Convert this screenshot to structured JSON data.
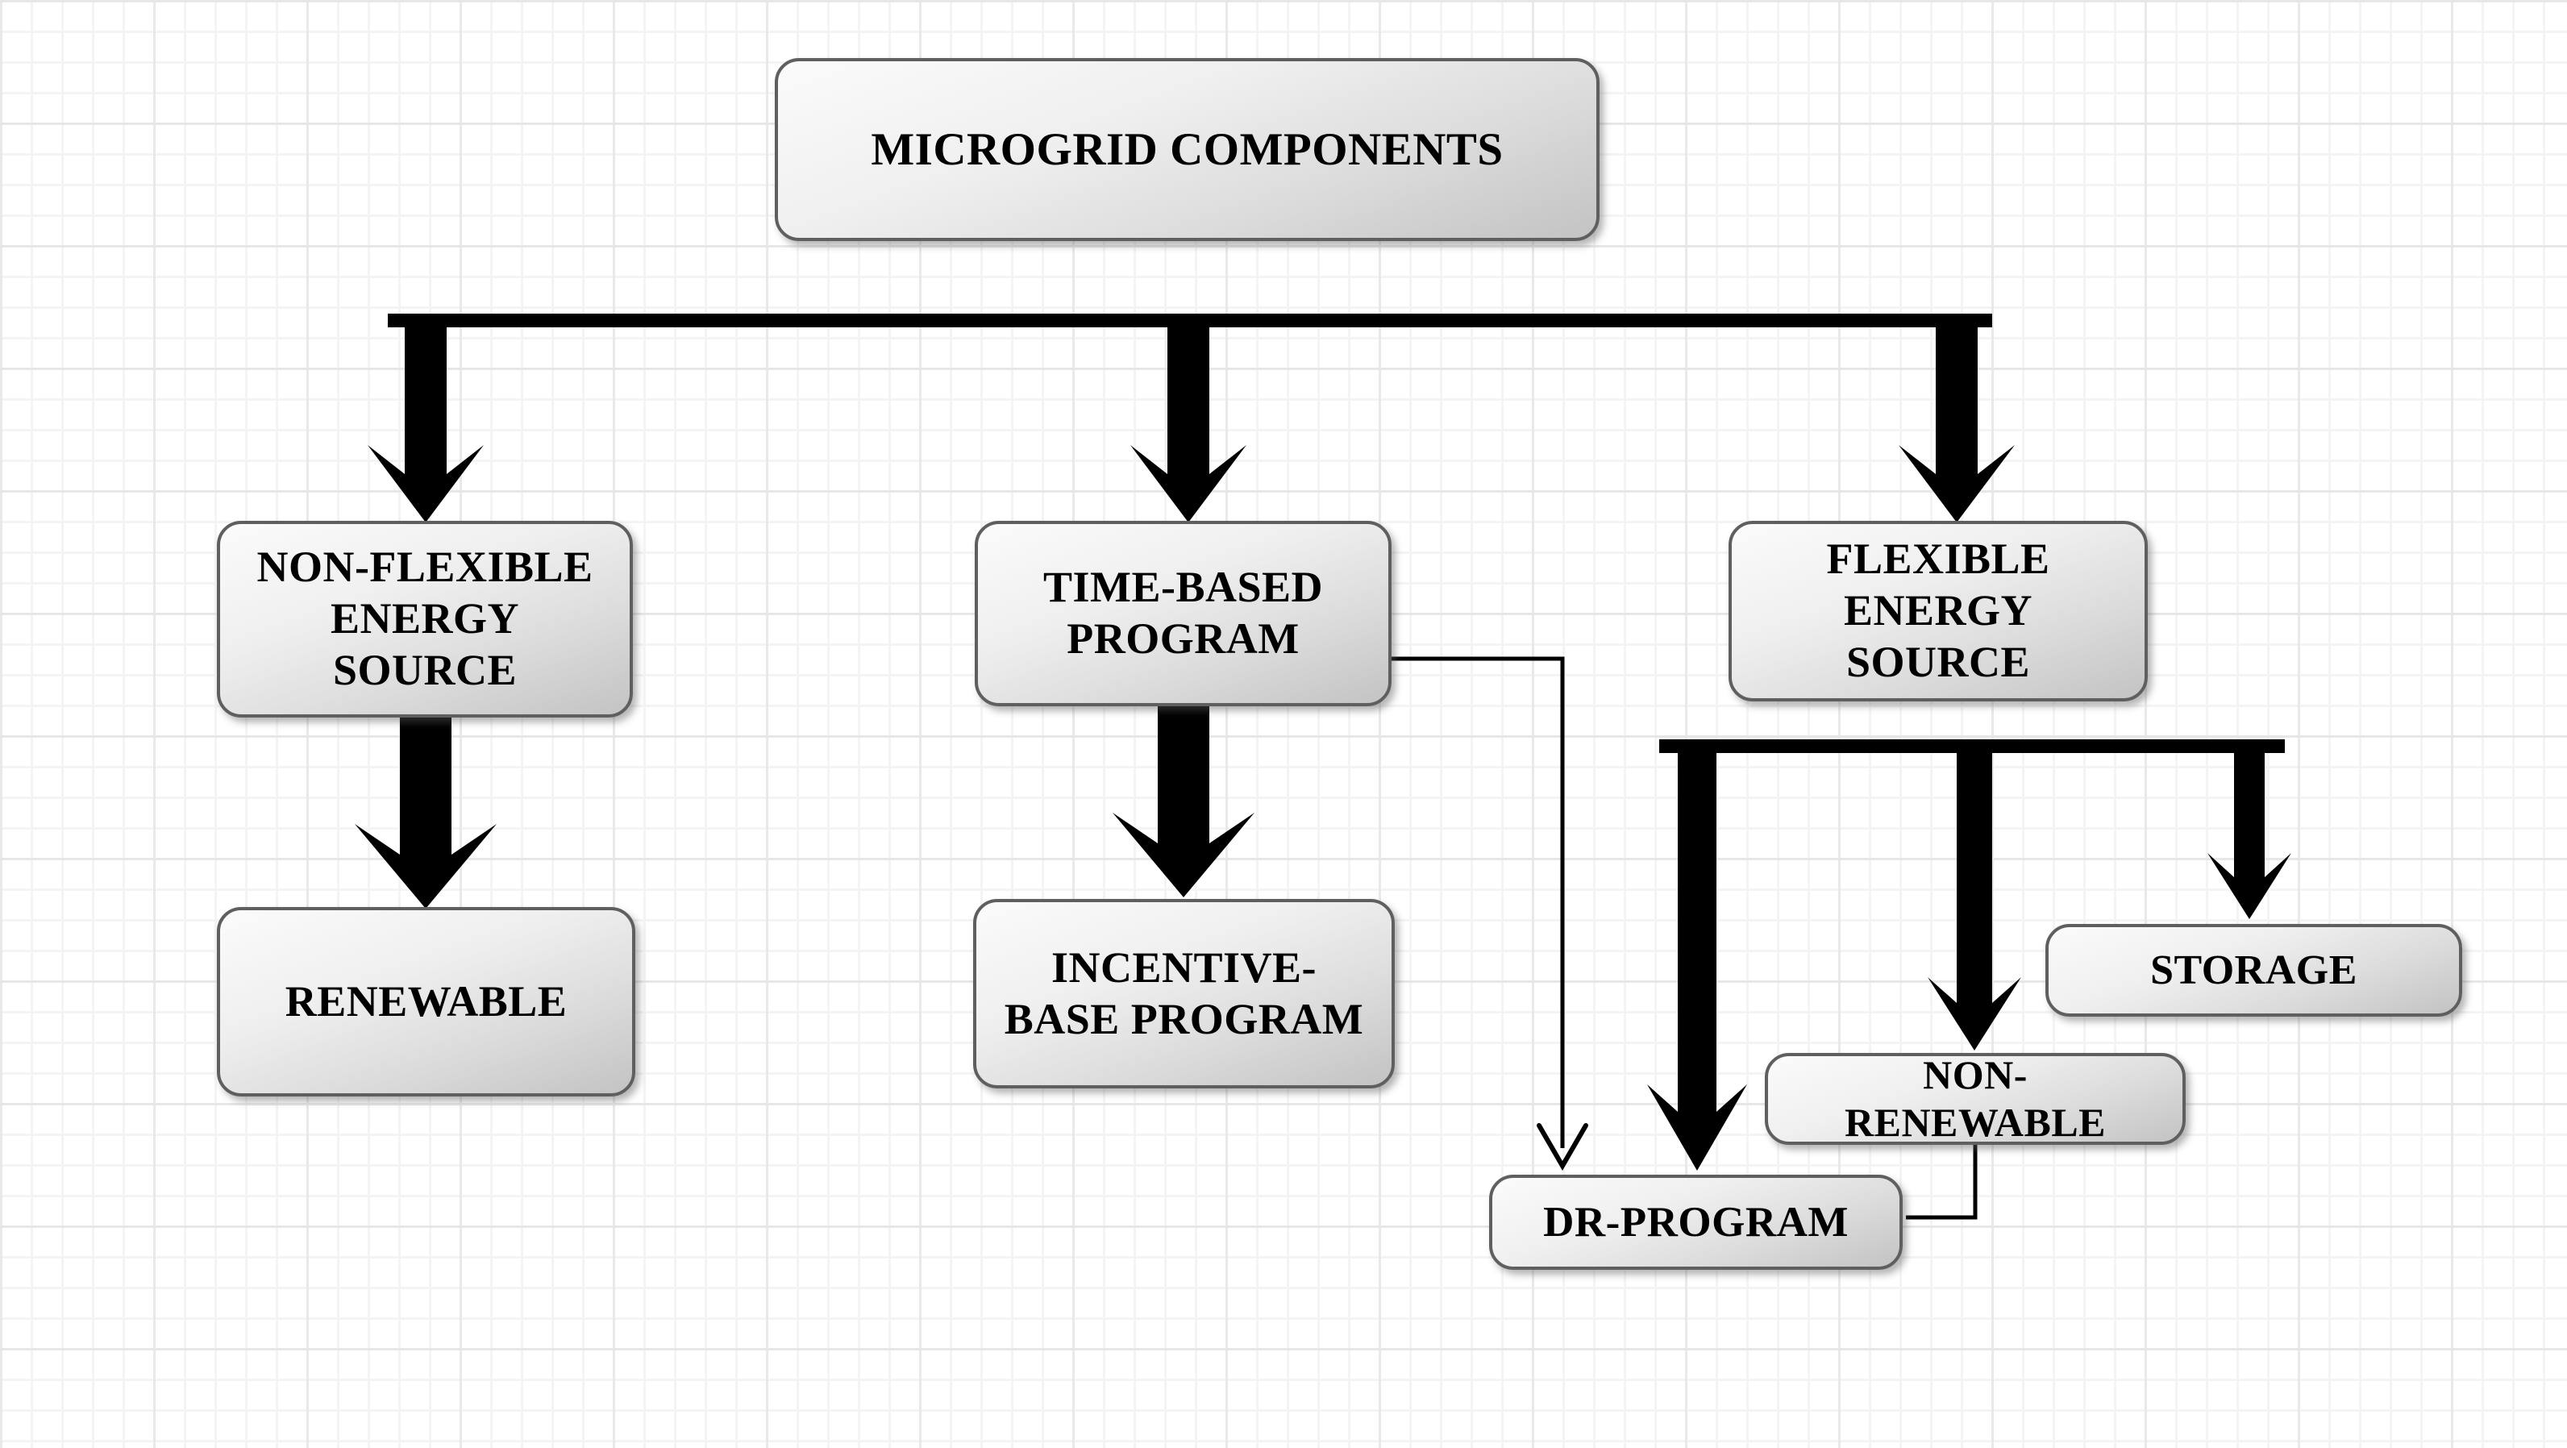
{
  "diagram": {
    "nodes": [
      {
        "id": "microgrid-components",
        "lines": [
          "MICROGRID COMPONENTS"
        ]
      },
      {
        "id": "non-flexible-energy-source",
        "lines": [
          "NON-FLEXIBLE",
          "ENERGY",
          "SOURCE"
        ]
      },
      {
        "id": "time-based-program",
        "lines": [
          "TIME-BASED",
          "PROGRAM"
        ]
      },
      {
        "id": "flexible-energy-source",
        "lines": [
          "FLEXIBLE",
          "ENERGY",
          "SOURCE"
        ]
      },
      {
        "id": "renewable",
        "lines": [
          "RENEWABLE"
        ]
      },
      {
        "id": "incentive-base-program",
        "lines": [
          "INCENTIVE-",
          "BASE PROGRAM"
        ]
      },
      {
        "id": "storage",
        "lines": [
          "STORAGE"
        ]
      },
      {
        "id": "non-renewable",
        "lines": [
          "NON-",
          "RENEWABLE"
        ]
      },
      {
        "id": "dr-program",
        "lines": [
          "DR-PROGRAM"
        ]
      }
    ],
    "edges": [
      {
        "from": "microgrid-components",
        "to": "non-flexible-energy-source",
        "style": "thick-arrow"
      },
      {
        "from": "microgrid-components",
        "to": "time-based-program",
        "style": "thick-arrow"
      },
      {
        "from": "microgrid-components",
        "to": "flexible-energy-source",
        "style": "thick-arrow"
      },
      {
        "from": "non-flexible-energy-source",
        "to": "renewable",
        "style": "thick-arrow"
      },
      {
        "from": "time-based-program",
        "to": "incentive-base-program",
        "style": "thick-arrow"
      },
      {
        "from": "time-based-program",
        "to": "dr-program",
        "style": "thin-arrow"
      },
      {
        "from": "flexible-energy-source",
        "to": "dr-program",
        "style": "thick-arrow"
      },
      {
        "from": "flexible-energy-source",
        "to": "non-renewable",
        "style": "thick-arrow"
      },
      {
        "from": "flexible-energy-source",
        "to": "storage",
        "style": "thick-arrow"
      },
      {
        "from": "non-renewable",
        "to": "dr-program",
        "style": "thin-line"
      }
    ]
  },
  "colors": {
    "background": "#ffffff",
    "grid_minor": "#f4f4f4",
    "grid_major": "#e7e7e7",
    "arrow": "#000000",
    "box_border": "#5f5f5f",
    "box_fill_light": "#fbfbfb",
    "box_fill_dark": "#c3c3c3",
    "text": "#000000"
  }
}
